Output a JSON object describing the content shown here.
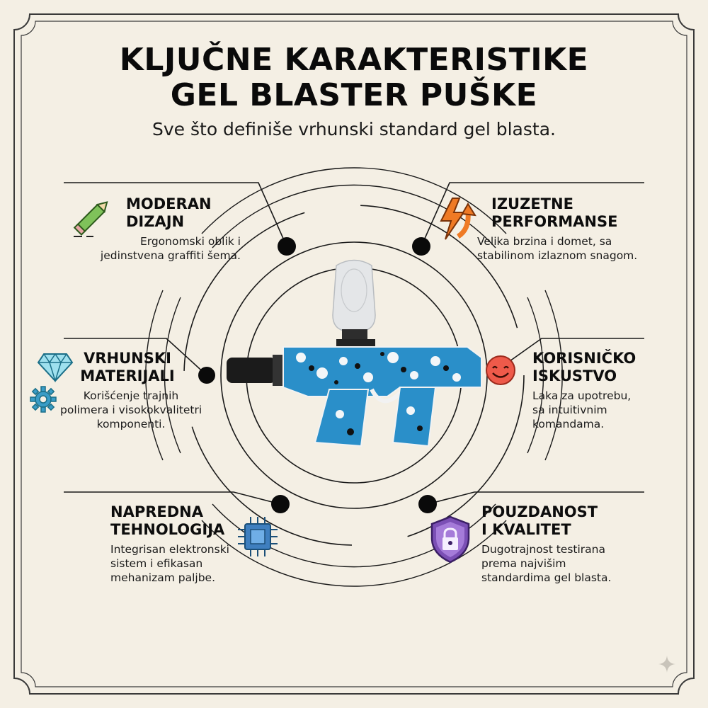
{
  "header": {
    "title_line1": "KLJUČNE KARAKTERISTIKE",
    "title_line2": "GEL BLASTER PUŠKE",
    "subtitle": "Sve što definiše vrhunski standard gel blasta."
  },
  "features": {
    "design": {
      "title1": "MODERAN",
      "title2": "DIZAJN",
      "desc1": "Ergonomski oblik i",
      "desc2": "jedinstvena graffiti šema.",
      "icon": "pencil-icon"
    },
    "performance": {
      "title1": "IZUZETNE",
      "title2": "PERFORMANSE",
      "desc1": "Velika brzina i domet, sa",
      "desc2": "stabilinom izlaznom snagom.",
      "icon": "lightning-arrows-icon"
    },
    "materials": {
      "title1": "VRHUNSKI",
      "title2": "MATERIJALI",
      "desc1": "Korišćenje trajnih",
      "desc2": "polimera i visokokvalitetri",
      "desc3": "komponenti.",
      "icon": "diamond-icon"
    },
    "experience": {
      "title1": "KORISNIČKO",
      "title2": "ISKUSTVO",
      "desc1": "Laka za upotrebu,",
      "desc2": "sa intuitivnim",
      "desc3": "komandama.",
      "icon": "smiley-icon"
    },
    "technology": {
      "title1": "NAPREDNA",
      "title2": "TEHNOLOGIJA",
      "desc1": "Integrisan elektronski",
      "desc2": "sistem i efikasan",
      "desc3": "mehanizam paljbe.",
      "icon": "chip-icon"
    },
    "reliability": {
      "title1": "POUZDANOST",
      "title2": "I KVALITET",
      "desc1": "Dugotrajnost testirana",
      "desc2": "prema najvišim",
      "desc3": "standardima gel blasta.",
      "icon": "shield-lock-icon"
    }
  },
  "colors": {
    "background": "#f4efe4",
    "ink": "#111111",
    "accent_blue": "#2a8fc9",
    "pencil_green": "#6fb24a",
    "bolt_orange": "#ef7a25",
    "smiley_red": "#ee5a4a",
    "shield_purple": "#7b4fb5"
  }
}
